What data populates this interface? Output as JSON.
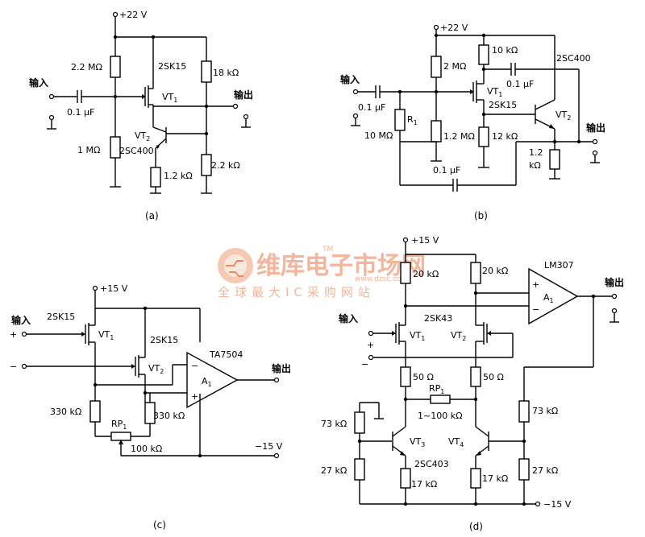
{
  "watermark": {
    "brand": "维库电子市场网",
    "tm": "TM",
    "url": "www.dzsc.com",
    "slogan": "全球最大IC采购网站"
  },
  "diagram_a": {
    "caption": "(a)",
    "supply": "+22 V",
    "input": "输入",
    "output": "输出",
    "cap_in": "0.1 μF",
    "r_top": "2.2 MΩ",
    "r_bottom": "1 MΩ",
    "r_drain": "18 kΩ",
    "r_source": "2.2 kΩ",
    "r_emitter": "1.2 kΩ",
    "fet": "2SK15",
    "vt1": "VT",
    "vt1_sub": "1",
    "vt2": "VT",
    "vt2_sub": "2",
    "bjt": "2SC400"
  },
  "diagram_b": {
    "caption": "(b)",
    "supply": "+22 V",
    "input": "输入",
    "output": "输出",
    "cap_in": "0.1 μF",
    "r1": "R",
    "r1_sub": "1",
    "r1_val": "10 MΩ",
    "r_top": "2 MΩ",
    "r_bottom": "1.2 MΩ",
    "r_drain": "10 kΩ",
    "cap_top": "0.1 μF",
    "cap_bottom": "0.1 μF",
    "bjt": "2SC400",
    "fet": "2SK15",
    "vt1": "VT",
    "vt1_sub": "1",
    "vt2": "VT",
    "vt2_sub": "2",
    "r_source": "12 kΩ",
    "r_emitter": "1.2",
    "r_emitter_unit": "kΩ"
  },
  "diagram_c": {
    "caption": "(c)",
    "supply_pos": "+15 V",
    "supply_neg": "−15 V",
    "input": "输入",
    "output": "输出",
    "plus": "+",
    "minus": "−",
    "fet1": "2SK15",
    "fet2": "2SK15",
    "vt1": "VT",
    "vt1_sub": "1",
    "vt2": "VT",
    "vt2_sub": "2",
    "opamp": "TA7504",
    "a1": "A",
    "a1_sub": "1",
    "opamp_minus": "−",
    "opamp_plus": "+",
    "r_left": "330 kΩ",
    "r_right": "330 kΩ",
    "rp": "RP",
    "rp_sub": "1",
    "rp_val": "100 kΩ"
  },
  "diagram_d": {
    "caption": "(d)",
    "supply_pos": "+15 V",
    "supply_neg": "−15 V",
    "input": "输入",
    "output": "输出",
    "plus": "+",
    "minus": "−",
    "r_d1": "20 kΩ",
    "r_d2": "20 kΩ",
    "opamp": "LM307",
    "a1": "A",
    "a1_sub": "1",
    "opamp_plus": "+",
    "opamp_minus": "−",
    "fet": "2SK43",
    "vt1": "VT",
    "vt1_sub": "1",
    "vt2": "VT",
    "vt2_sub": "2",
    "r_s1": "50 Ω",
    "r_s2": "50 Ω",
    "rp": "RP",
    "rp_sub": "1",
    "rp_val": "1~100 kΩ",
    "r_bias_top_l": "73 kΩ",
    "r_bias_top_r": "73 kΩ",
    "r_bias_bot_l": "27 kΩ",
    "r_bias_bot_r": "27 kΩ",
    "vt3": "VT",
    "vt3_sub": "3",
    "vt4": "VT",
    "vt4_sub": "4",
    "bjt": "2SC403",
    "r_e1": "17 kΩ",
    "r_e2": "17 kΩ"
  }
}
